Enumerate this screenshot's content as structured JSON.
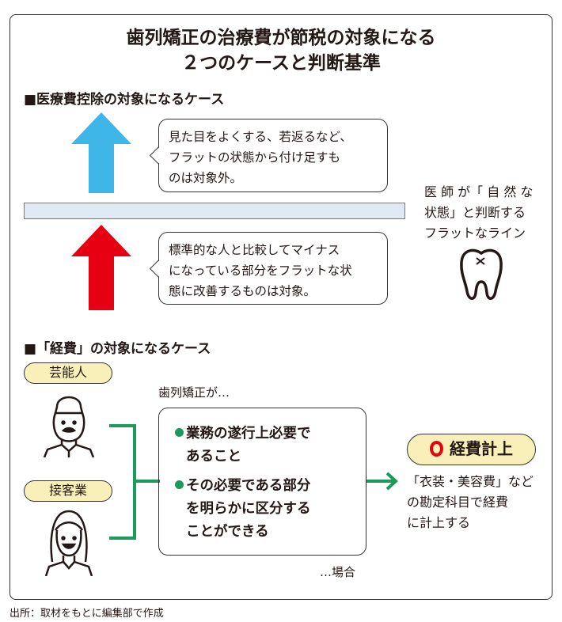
{
  "title": {
    "line1": "歯列矯正の治療費が節税の対象になる",
    "line2": "２つのケースと判断基準"
  },
  "section1": {
    "heading": "■医療費控除の対象になるケース",
    "upper_bubble": [
      "見た目をよくする、若返るなど、",
      "フラットの状態から付け足すも",
      "のは対象外。"
    ],
    "lower_bubble": [
      "標準的な人と比較してマイナス",
      "になっている部分をフラットな状",
      "態に改善するものは対象。"
    ],
    "flat_line_label": [
      "医 師 が「 自 然 な",
      "状態」と判断する",
      "フラットなライン"
    ],
    "colors": {
      "up_arrow": "#3fb6e8",
      "improve_arrow": "#e60012",
      "flat_bar": "#dfe9f3"
    }
  },
  "section2": {
    "heading": "■「経費」の対象になるケース",
    "person1": "芸能人",
    "person2": "接客業",
    "intro": "歯列矯正が…",
    "conditions": [
      [
        "業務の遂行上必要で",
        "あること"
      ],
      [
        "その必要である部分",
        "を明らかに区分する",
        "ことができる"
      ]
    ],
    "suffix": "…場合",
    "result_badge": "経費計上",
    "result_text": [
      "「衣装・美容費」など",
      "の勘定科目で経費",
      "に計上する"
    ],
    "colors": {
      "accent": "#1a9a5c",
      "badge": "#f8f0b8",
      "circle": "#e60012"
    }
  },
  "source": "出所：取材をもとに編集部で作成"
}
